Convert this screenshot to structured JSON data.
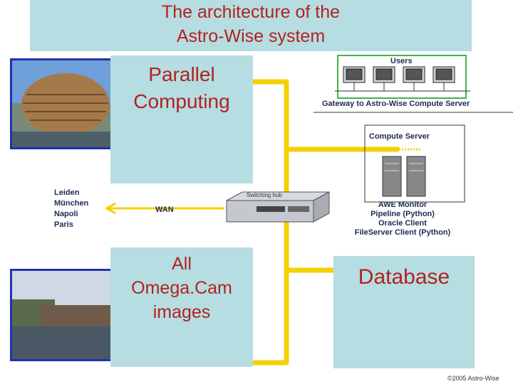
{
  "title": {
    "line1": "The architecture of the",
    "line2": "Astro-Wise system"
  },
  "boxes": {
    "parallel": {
      "line1": "Parallel",
      "line2": "Computing"
    },
    "omega": {
      "line1": "All",
      "line2": "Omega.Cam",
      "line3": "images"
    },
    "database": {
      "label": "Database"
    }
  },
  "diagram": {
    "users_label": "Users",
    "gateway_label": "Gateway to Astro-Wise Compute Server",
    "compute_server_label": "Compute Server",
    "switching_hub_label": "Switching hub",
    "wan_label": "WAN",
    "cities": [
      "Leiden",
      "München",
      "Napoli",
      "Paris"
    ],
    "awe_lines": [
      "AWE Monitor",
      "Pipeline (Python)",
      "Oracle Client",
      "FileServer Client (Python)"
    ]
  },
  "footer": {
    "copyright": "©2005 Astro-Wise"
  },
  "colors": {
    "title_bg": "#b6dde1",
    "title_text": "#b22222",
    "cable": "#f5d000",
    "border_blue": "#2233aa",
    "green": "#3cb44b"
  }
}
